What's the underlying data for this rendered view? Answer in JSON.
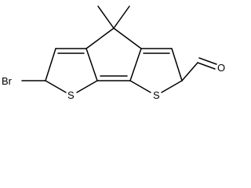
{
  "molecule": {
    "atoms": {
      "bromine": "Br",
      "sulfur_left": "S",
      "sulfur_right": "S",
      "oxygen": "O"
    },
    "colors": {
      "bond": "#000000",
      "label": "#000000",
      "background": "#ffffff"
    }
  }
}
